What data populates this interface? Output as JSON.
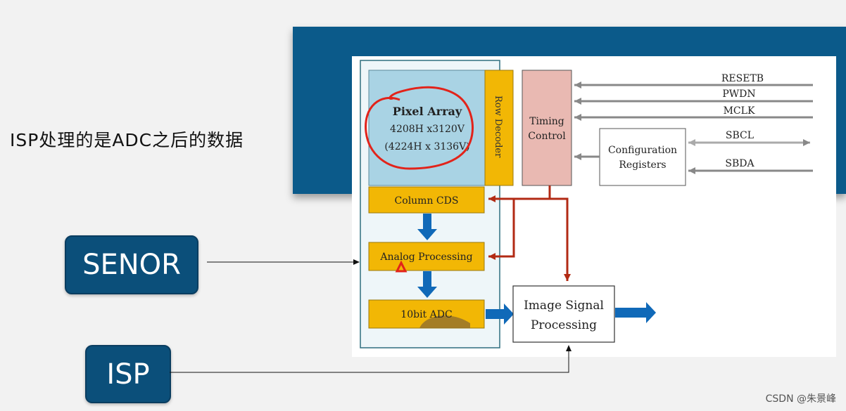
{
  "caption": "ISP处理的是ADC之后的数据",
  "labels": {
    "senor": "SENOR",
    "isp": "ISP"
  },
  "sensor": {
    "pixel_array": {
      "title": "Pixel Array",
      "line1": "4208H x3120V",
      "line2": "(4224H x 3136V)"
    },
    "row_decoder": "Row Decoder",
    "timing_control": [
      "Timing",
      "Control"
    ],
    "configuration_registers": [
      "Configuration",
      "Registers"
    ],
    "column_cds": "Column CDS",
    "analog_processing": "Analog Processing",
    "adc": "10bit ADC",
    "isp_block": [
      "Image Signal",
      "Processing"
    ],
    "signals": [
      "RESETB",
      "PWDN",
      "MCLK",
      "SBCL",
      "SBDA"
    ]
  },
  "watermark": "CSDN @朱景峰",
  "colors": {
    "banner": "#0b5a8a",
    "pill": "#0b4f7a",
    "yellow_block": "#f2b705",
    "pixel_array": "#a9d3e4",
    "timing_block": "#e9b9b2",
    "blue_arrow": "#1069b8",
    "red_line": "#b22a14",
    "annotation": "#e2231a"
  }
}
